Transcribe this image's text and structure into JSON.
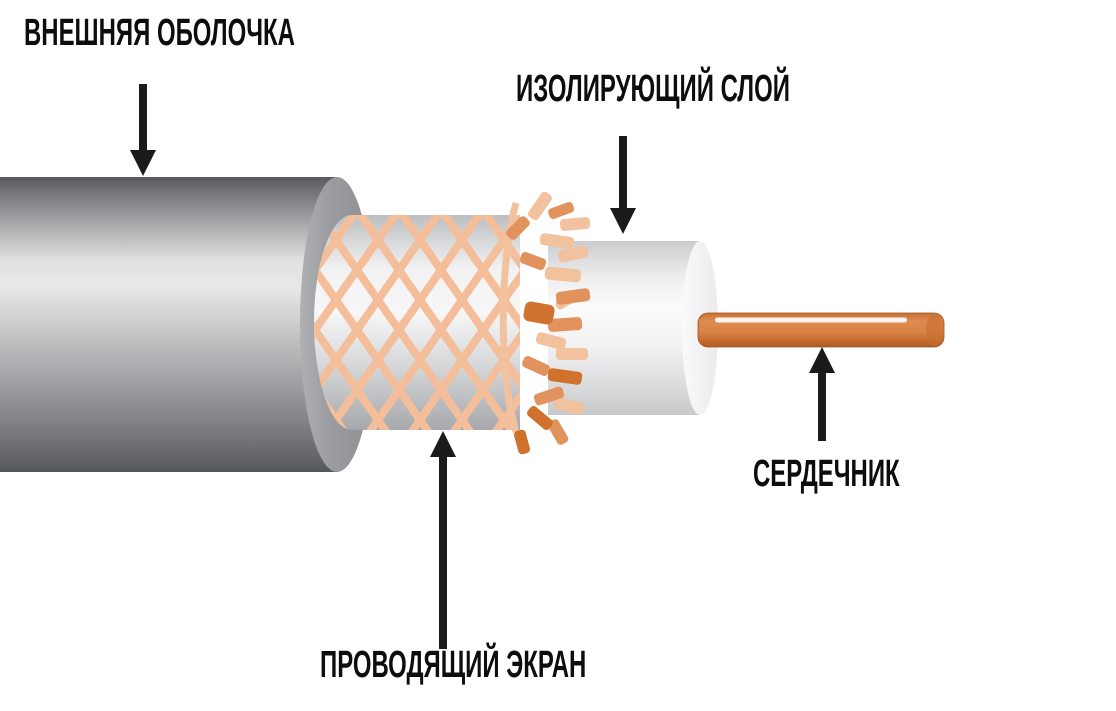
{
  "labels": [
    {
      "id": "outer-jacket",
      "text": "ВНЕШНЯЯ ОБОЛОЧКА"
    },
    {
      "id": "insulating-layer",
      "text": "ИЗОЛИРУЮЩИЙ СЛОЙ"
    },
    {
      "id": "core",
      "text": "СЕРДЕЧНИК"
    },
    {
      "id": "conductive-shield",
      "text": "ПРОВОДЯЩИЙ ЭКРАН"
    }
  ],
  "colors": {
    "background": "#FFFFFF",
    "label_text": "#0D0D0D",
    "arrow": "#1B1B1D",
    "jacket_dark": "#5F6164",
    "jacket_light": "#E8E9EA",
    "jacket_cap": "#9A9CA0",
    "braid_strand": "#F4BE9B",
    "braid_bg_light": "#F7F7F8",
    "braid_bg_dark": "#A6A8AB",
    "fray_light": "#F2C29E",
    "fray_mid": "#E2925C",
    "fray_dark": "#D0712E",
    "insulator_light": "#FBFBFC",
    "insulator_dark": "#C8C9CB",
    "core_main": "#DE8B52",
    "core_dark": "#B25A22",
    "core_highlight": "#FFFFFF"
  }
}
